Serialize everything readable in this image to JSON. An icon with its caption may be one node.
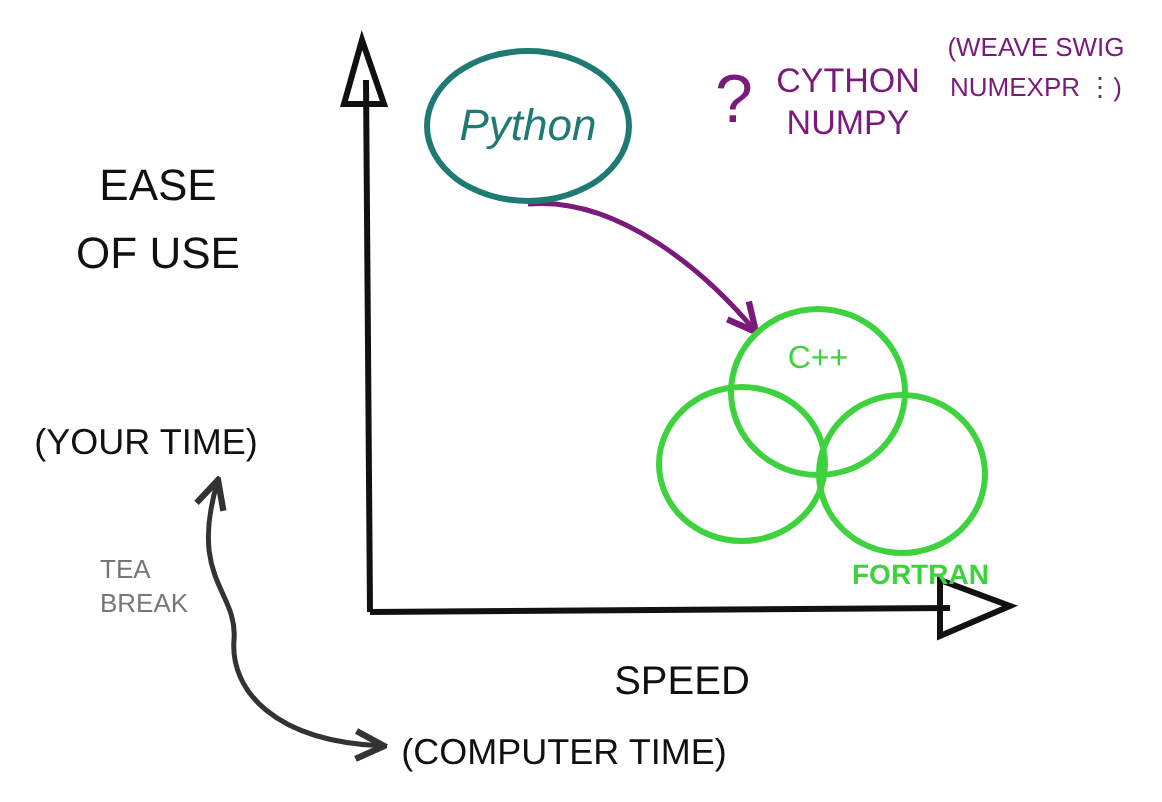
{
  "diagram": {
    "nodes": [
      {
        "text": [
          "Python"
        ]
      },
      {
        "text": [
          "C++"
        ]
      },
      {
        "text": [],
        "shape": "circle"
      },
      {
        "text": [],
        "shape": "circle",
        "beside": [
          "FORTRAN"
        ]
      },
      {
        "text": [
          "(YOUR TIME)"
        ]
      },
      {
        "text": [
          "(COMPUTER TIME)"
        ]
      }
    ],
    "edges": [
      {
        "from": 0,
        "to": 1,
        "arrow": "to",
        "color": "#7a1a7a"
      },
      {
        "from": 4,
        "to": 5,
        "arrow": "both",
        "label": "TEA BREAK",
        "color": "#333333"
      }
    ],
    "labels": [
      "EASE OF USE",
      "SPEED",
      "?",
      "CYTHON NUMPY",
      "(WEAVE SWIG NUMEXPR ⋮)"
    ]
  }
}
